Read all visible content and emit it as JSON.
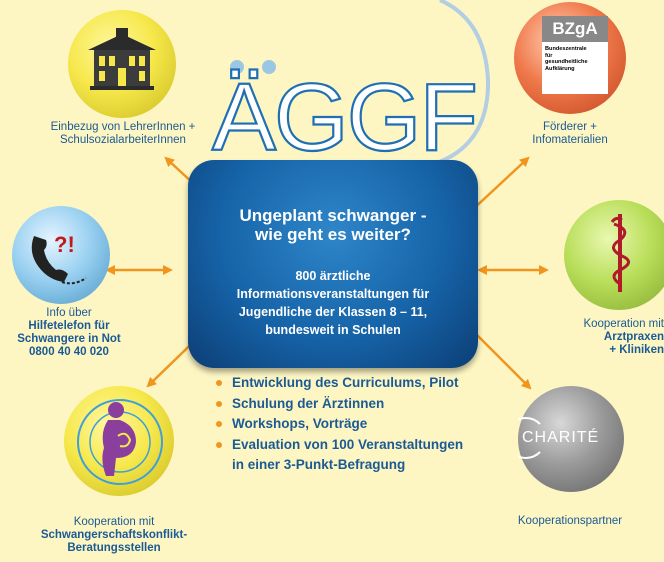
{
  "logo": {
    "text": "ÄGGF"
  },
  "main_box": {
    "title_line1": "Ungeplant schwanger -",
    "title_line2": "wie geht es weiter?",
    "text_line1": "800 ärztliche",
    "text_line2": "Informationsveranstaltungen für",
    "text_line3": "Jugendliche der Klassen 8 – 11,",
    "text_line4": "bundesweit in Schulen"
  },
  "nodes": {
    "school": {
      "line1": "Einbezug von LehrerInnen +",
      "line2": "SchulsozialarbeiterInnen",
      "icon": "school-building-icon"
    },
    "bzga": {
      "line1": "Förderer +",
      "line2": "Infomaterialien",
      "logo_head": "BZgA",
      "logo_text_1": "Bundeszentrale",
      "logo_text_2": "für",
      "logo_text_3": "gesundheitliche",
      "logo_text_4": "Aufklärung"
    },
    "phone": {
      "line1": "Info über",
      "line2": "Hilfetelefon für",
      "line3": "Schwangere in Not",
      "line4": "0800 40 40 020",
      "icon_text": "?!"
    },
    "doctor": {
      "line1": "Kooperation mit",
      "line2": "Arztpraxen",
      "line3": "+ Kliniken",
      "icon": "staff-of-asclepius-icon"
    },
    "counseling": {
      "line1": "Kooperation mit",
      "line2": "Schwangerschaftskonflikt-",
      "line3": "Beratungsstellen",
      "icon": "pregnant-woman-icon"
    },
    "charite": {
      "line1": "Kooperationspartner",
      "logo_text": "CHARITÉ"
    }
  },
  "bullets": [
    "Entwicklung des Curriculums, Pilot",
    "Schulung der Ärztinnen",
    "Workshops, Vorträge",
    "Evaluation von 100 Veranstaltungen",
    "in einer 3-Punkt-Befragung"
  ],
  "colors": {
    "background": "#fdf6c3",
    "text_blue": "#1b5a94",
    "box_blue": "#1663a8",
    "arrow_orange": "#f0951e"
  }
}
